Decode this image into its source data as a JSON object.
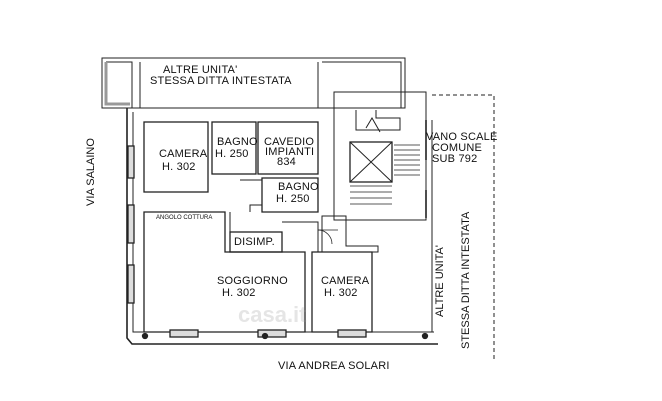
{
  "labels": {
    "altre_top_1": "ALTRE UNITA'",
    "altre_top_2": "STESSA DITTA INTESTATA",
    "camera1_name": "CAMERA",
    "camera1_h": "H. 302",
    "bagno1_name": "BAGNO",
    "bagno1_h": "H. 250",
    "cavedio_1": "CAVEDIO",
    "cavedio_2": "IMPIANTI",
    "cavedio_3": "834",
    "bagno2_name": "BAGNO",
    "bagno2_h": "H. 250",
    "vano_1": "VANO SCALE",
    "vano_2": "COMUNE",
    "vano_3": "SUB 792",
    "angolo": "ANGOLO COTTURA",
    "disimp": "DISIMP.",
    "soggiorno_name": "SOGGIORNO",
    "soggiorno_h": "H. 302",
    "camera2_name": "CAMERA",
    "camera2_h": "H. 302",
    "altre_right_1": "ALTRE UNITA'",
    "altre_right_2": "STESSA DITTA INTESTATA",
    "via_salaino": "VIA SALAINO",
    "via_andrea": "VIA ANDREA SOLARI",
    "watermark": "casa.it"
  }
}
